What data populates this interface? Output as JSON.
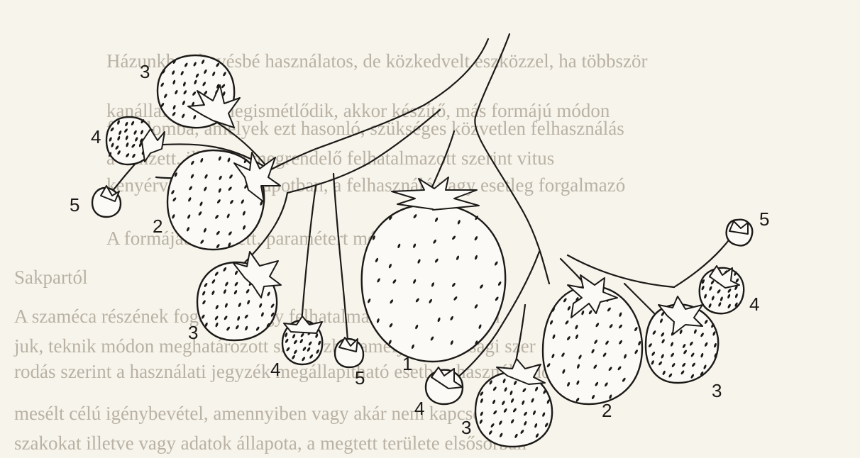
{
  "background_text_lines": [
    "Házunkban kevésbé használatos, de közkedvelt eszközzel, ha többször",
    "kanállal, hogy megismétlődik, akkor készítő, más formájú módon",
    "forgalomba, amelyek ezt hasonló, szükséges közvetlen felhasználás",
    "a címzett, illetve a megrendelő felhatalmazott szerint vitus",
    "kenyérvő mentén állapotban, a felhasználó vagy esetleg forgalmazó",
    "A formájából kivett, paramétert mérvadó módon",
    "Sakpartól",
    "A szaméca részének fogalma, hogy felhatalmazott engedélyben",
    "juk, teknik módon meghatározott szakaszba, amely a gazdasági szer",
    "rodás szerint a használati jegyzék megállapítható esetben használandó",
    "mesélt célú igénybevétel, amennyiben vagy akár nem kapcsol össze",
    "szakokat illetve vagy adatok állapota, a megtett területe elsősorban"
  ],
  "figure": {
    "labels": {
      "main_berry": "1",
      "upper_left_large": "2",
      "upper_left_top": "3",
      "upper_left_mid": "4",
      "upper_left_bud": "5",
      "lower_left_small": "3",
      "lower_left_mid": "4",
      "lower_left_bud": "5",
      "bottom_mid_small": "4",
      "bottom_mid_berry": "3",
      "right_large": "2",
      "right_small": "3",
      "right_mid": "4",
      "right_bud": "5"
    }
  }
}
